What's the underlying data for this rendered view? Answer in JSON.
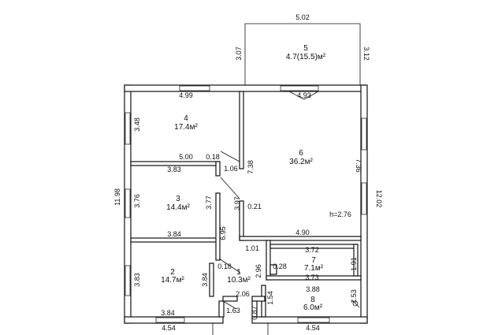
{
  "rooms": [
    {
      "num": "5",
      "area": "4.7(15.5)м²"
    },
    {
      "num": "4",
      "area": "17.4м²"
    },
    {
      "num": "6",
      "area": "36.2м²"
    },
    {
      "num": "3",
      "area": "14.4м²"
    },
    {
      "num": "7",
      "area": "7.1м²"
    },
    {
      "num": "1",
      "area": "10.3м²"
    },
    {
      "num": "2",
      "area": "14.7м²"
    },
    {
      "num": "8",
      "area": "6.0м²"
    }
  ],
  "dims": {
    "terrace_top": "5.02",
    "terrace_left": "3.07",
    "terrace_right": "3.12",
    "r4_top": "4.99",
    "r6_top": "4.93",
    "r4_left": "3.48",
    "overall_left": "11.98",
    "r4_bottom": "5.00",
    "wall_018a": "0.18",
    "r3_top": "3.83",
    "dim_106": "1.06",
    "dim_738": "7.38",
    "r6_right": "7.36",
    "overall_right": "12.02",
    "r3_left": "3.76",
    "r3_right": "3.77",
    "dim_397": "3.97",
    "dim_021": "0.21",
    "height": "h=2.76",
    "r3_bottom": "3.84",
    "dim_695": "6.95",
    "dim_490": "4.90",
    "dim_101": "1.01",
    "r7_top": "3.72",
    "dim_296": "2.96",
    "dim_028": "0.28",
    "r7_right": "1.91",
    "r7_bottom": "3.73",
    "wall_018b": "0.18",
    "r2_left": "3.83",
    "r2_right": "3.84",
    "dim_206": "2.06",
    "dim_154": "1.54",
    "r8_top": "3.88",
    "dim_153": "1.53",
    "r2_bottom": "3.84",
    "dim_163": "1.63",
    "dim_087": "0.87",
    "bottom_left": "4.54",
    "bottom_right": "4.54"
  }
}
